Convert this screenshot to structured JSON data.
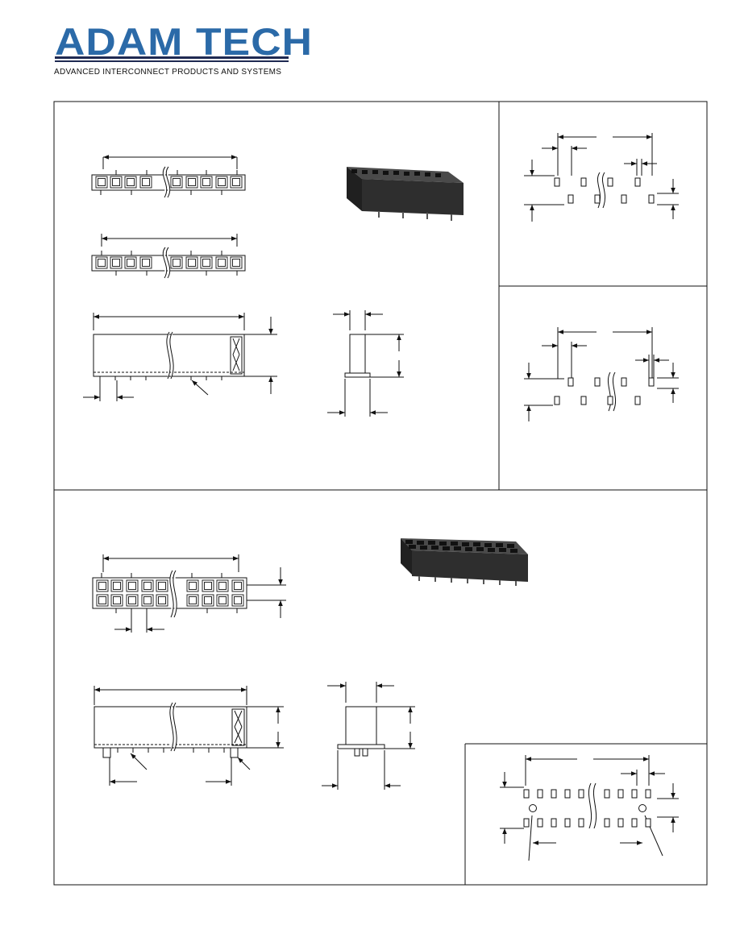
{
  "brand": {
    "logo_text": "ADAM TECH",
    "tagline": "ADVANCED INTERCONNECT PRODUCTS AND SYSTEMS",
    "color": "#2b6aa8"
  },
  "panels": [
    {
      "id": "single-row-drawings",
      "content": "single-row smt female header drawings"
    },
    {
      "id": "single-row-pcb-layout-a"
    },
    {
      "id": "single-row-pcb-layout-b"
    },
    {
      "id": "dual-row-drawings"
    },
    {
      "id": "dual-row-pcb-layout"
    }
  ],
  "colors": {
    "line": "#111111",
    "body": "#2e2e2e",
    "body_top": "#4a4a4a"
  }
}
